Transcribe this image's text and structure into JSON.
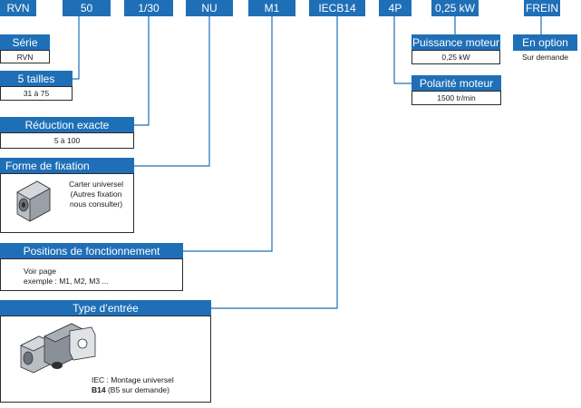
{
  "codes": [
    "RVN",
    "50",
    "1/30",
    "NU",
    "M1",
    "IECB14",
    "4P",
    "0,25 kW",
    "FREIN"
  ],
  "serie": {
    "title": "Série",
    "value": "RVN"
  },
  "tailles": {
    "title": "5 tailles",
    "value": "31 à 75"
  },
  "reduction": {
    "title": "Réduction exacte",
    "value": "5 à 100"
  },
  "fixation": {
    "title": "Forme de fixation",
    "text_1": "Carter universel",
    "text_2": "(Autres fixation",
    "text_3": "nous consulter)"
  },
  "positions": {
    "title": "Positions de fonctionnement",
    "text_1": "Voir page",
    "text_2": "exemple : M1, M2, M3 ..."
  },
  "entree": {
    "title": "Type d’entrée",
    "text_1": "IEC : Montage universel",
    "bold": "B14",
    "text_2": " (B5 sur demande)"
  },
  "polarite": {
    "title": "Polarité moteur",
    "value": "1500 tr/min"
  },
  "puissance": {
    "title": "Puissance moteur",
    "value": "0,25 kW"
  },
  "option": {
    "title": "En option",
    "value": "Sur demande"
  },
  "colors": {
    "accent": "#1f6fb7",
    "border": "#2b2b2b"
  }
}
